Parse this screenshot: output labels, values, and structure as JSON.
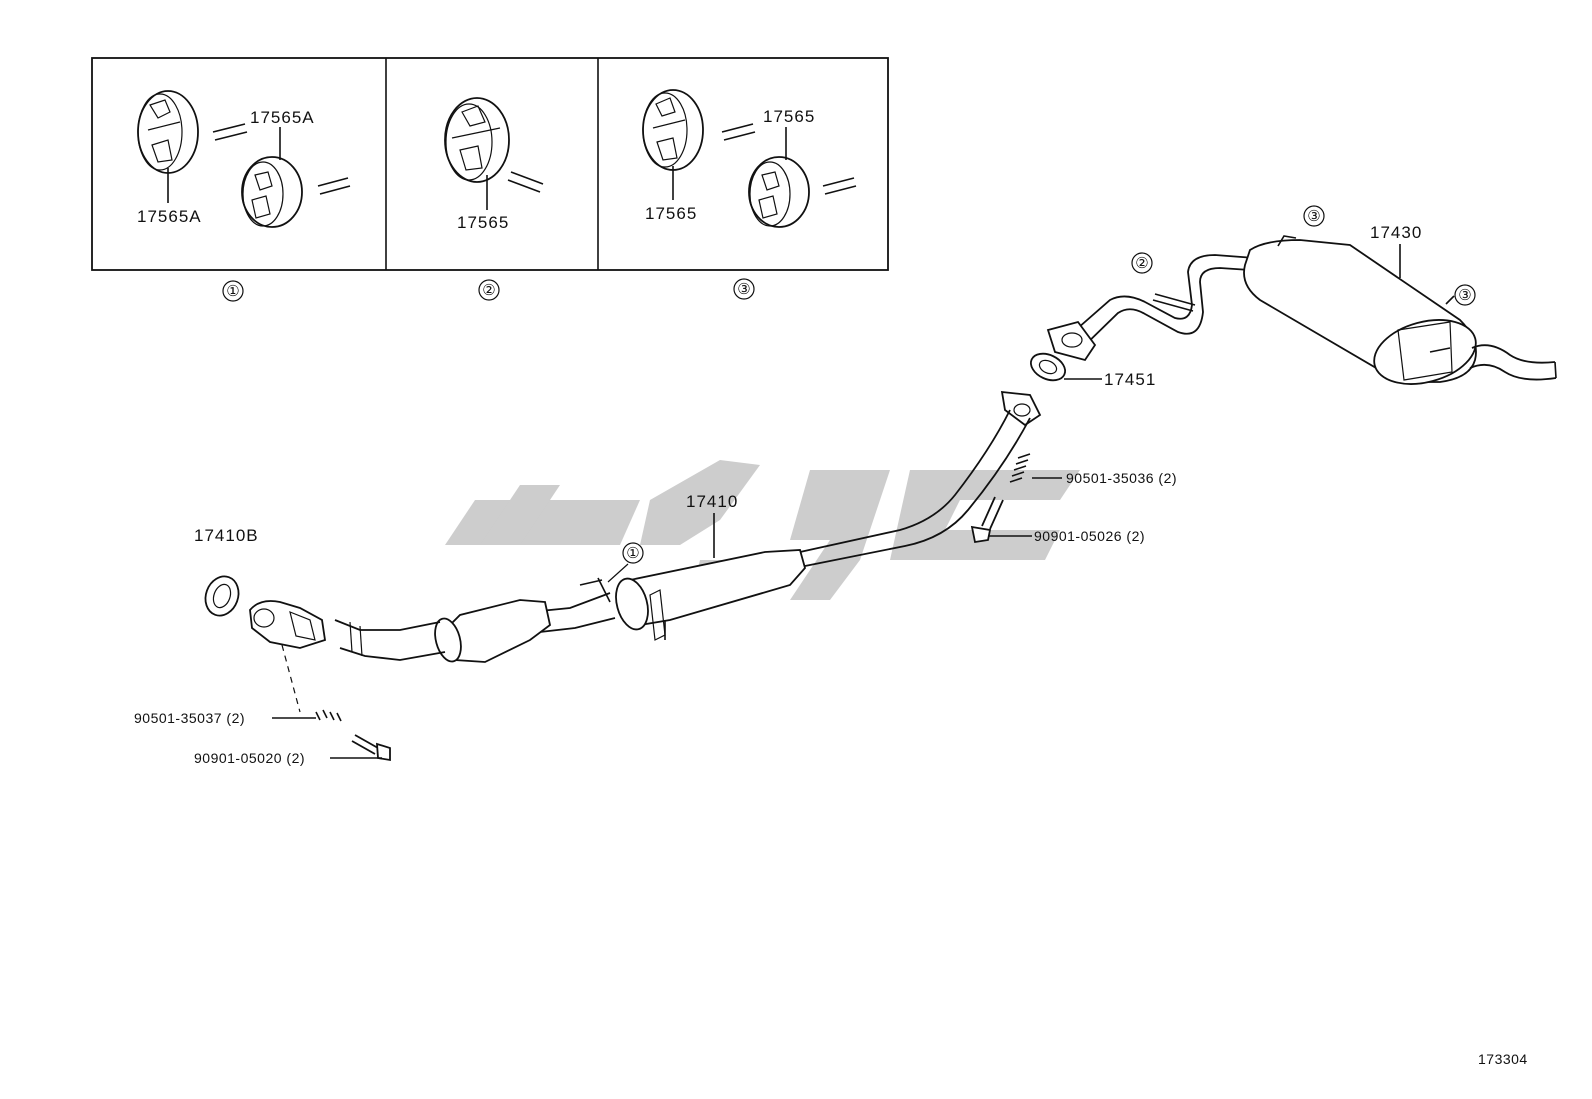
{
  "inset_panels": [
    {
      "labels": [
        "17565A",
        "17565A"
      ],
      "panel_ref": "①"
    },
    {
      "labels": [
        "17565"
      ],
      "panel_ref": "②"
    },
    {
      "labels": [
        "17565",
        "17565"
      ],
      "panel_ref": "③"
    }
  ],
  "callouts": {
    "ref_1": "①",
    "ref_2": "②",
    "ref_3a": "③",
    "ref_3b": "③"
  },
  "part_labels": {
    "p17430": "17430",
    "p17451": "17451",
    "p90501_35036": "90501-35036 (2)",
    "p90901_05026": "90901-05026 (2)",
    "p17410": "17410",
    "p17410B": "17410B",
    "p90501_35037": "90501-35037 (2)",
    "p90901_05020": "90901-05020 (2)"
  },
  "diagram_id": "173304",
  "watermark_color": "#c8c8c8"
}
